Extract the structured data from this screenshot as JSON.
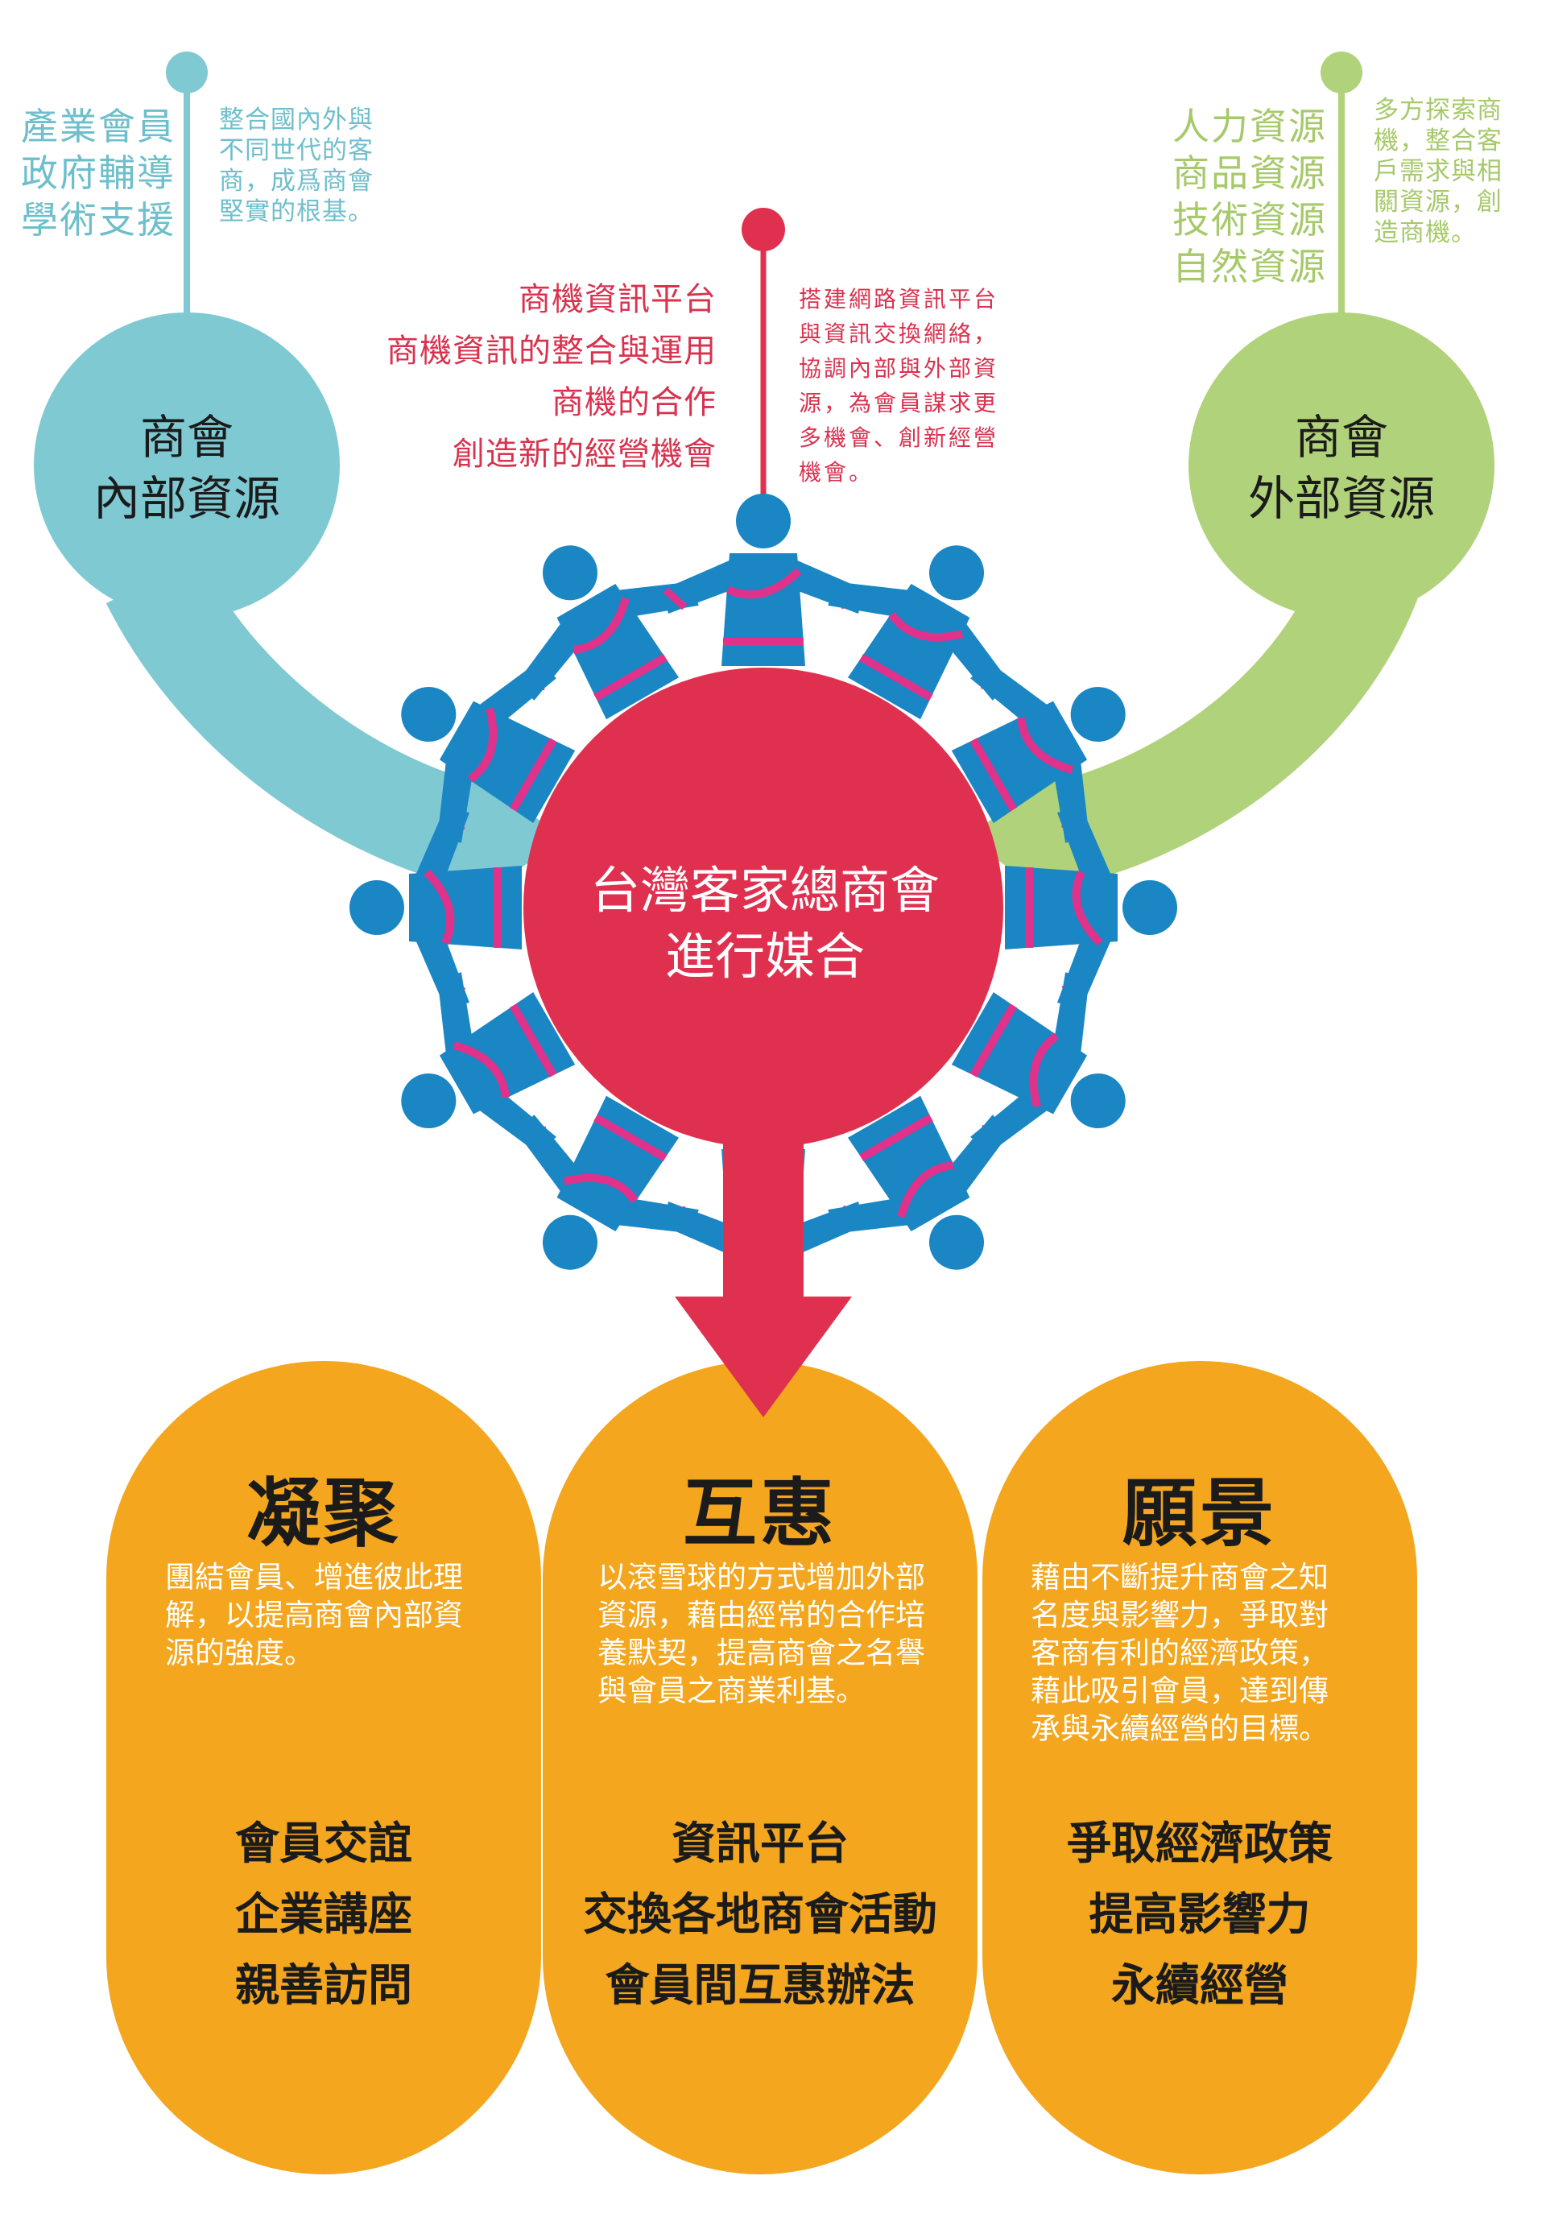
{
  "colors": {
    "teal": "#7fc9d3",
    "teal_text": "#6ebfcc",
    "green": "#b0d27a",
    "green_text": "#a6c96a",
    "red": "#e0304f",
    "blue": "#1a86c4",
    "pink": "#e0328a",
    "orange": "#f3a61e"
  },
  "left_source": {
    "items": [
      "產業會員",
      "政府輔導",
      "學術支援"
    ],
    "desc": [
      "整合國內外與",
      "不同世代的客",
      "商，成爲商會",
      "堅實的根基。"
    ],
    "hub": [
      "商會",
      "內部資源"
    ]
  },
  "top_source": {
    "items": [
      "商機資訊平台",
      "商機資訊的整合與運用",
      "商機的合作",
      "創造新的經營機會"
    ],
    "desc": [
      "搭建網路資訊平台",
      "與資訊交換網絡，",
      "協調內部與外部資",
      "源，為會員謀求更",
      "多機會、創新經營",
      "機會。"
    ]
  },
  "right_source": {
    "items": [
      "人力資源",
      "商品資源",
      "技術資源",
      "自然資源"
    ],
    "desc": [
      "多方探索商",
      "機，整合客",
      "戶需求與相",
      "關資源，創",
      "造商機。"
    ],
    "hub": [
      "商會",
      "外部資源"
    ]
  },
  "center": [
    "台灣客家總商會",
    "進行媒合"
  ],
  "people_ring": {
    "icon": "people-circle-icon",
    "count": 12
  },
  "pillars": [
    {
      "title": "凝聚",
      "desc": [
        "團結會員、增進彼此理",
        "解，以提高商會內部資",
        "源的強度。"
      ],
      "items": [
        "會員交誼",
        "企業講座",
        "親善訪問"
      ]
    },
    {
      "title": "互惠",
      "desc": [
        "以滾雪球的方式增加外部",
        "資源，藉由經常的合作培",
        "養默契，提高商會之名譽",
        "與會員之商業利基。"
      ],
      "items": [
        "資訊平台",
        "交換各地商會活動",
        "會員間互惠辦法"
      ]
    },
    {
      "title": "願景",
      "desc": [
        "藉由不斷提升商會之知",
        "名度與影響力，爭取對",
        "客商有利的經濟政策，",
        "藉此吸引會員，達到傳",
        "承與永續經營的目標。"
      ],
      "items": [
        "爭取經濟政策",
        "提高影響力",
        "永續經營"
      ]
    }
  ]
}
